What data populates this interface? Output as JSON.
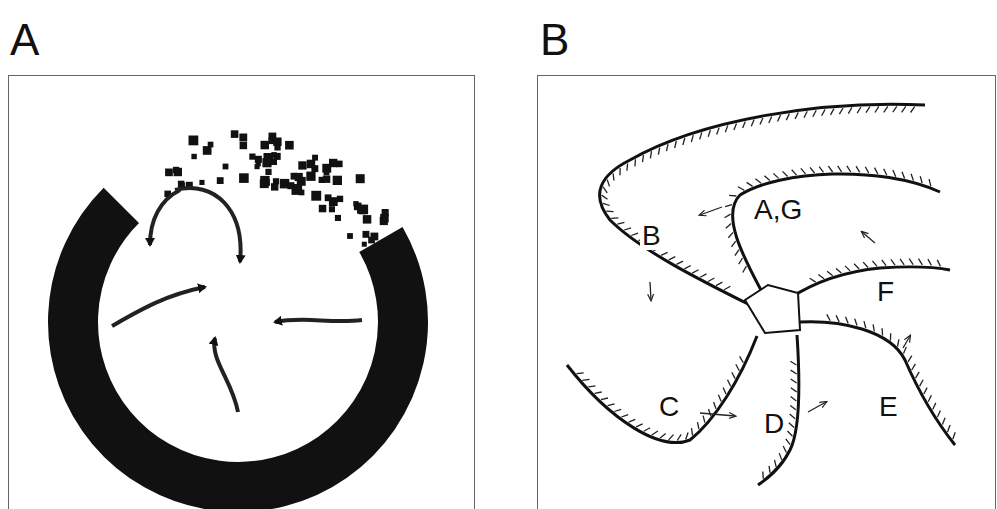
{
  "diagram": {
    "labels": [
      "A",
      "B",
      "A,G",
      "B",
      "C",
      "D",
      "E",
      "F"
    ]
  }
}
